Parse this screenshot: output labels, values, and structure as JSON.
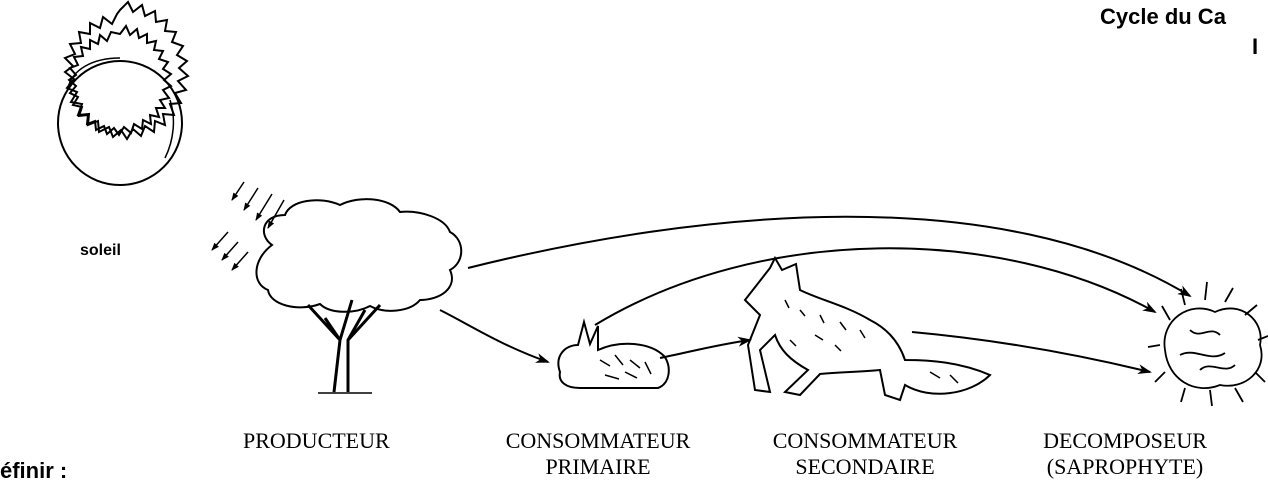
{
  "header": {
    "line1": "Cycle du Ca",
    "line2": "I"
  },
  "sun": {
    "label": "soleil"
  },
  "levels": [
    {
      "line1": "PRODUCTEUR",
      "line2": ""
    },
    {
      "line1": "CONSOMMATEUR",
      "line2": "PRIMAIRE"
    },
    {
      "line1": "CONSOMMATEUR",
      "line2": "SECONDAIRE"
    },
    {
      "line1": "DECOMPOSEUR",
      "line2": "(SAPROPHYTE)"
    }
  ],
  "footer": {
    "definir": "éfinir :"
  },
  "colors": {
    "ink": "#000000",
    "background": "#ffffff"
  }
}
